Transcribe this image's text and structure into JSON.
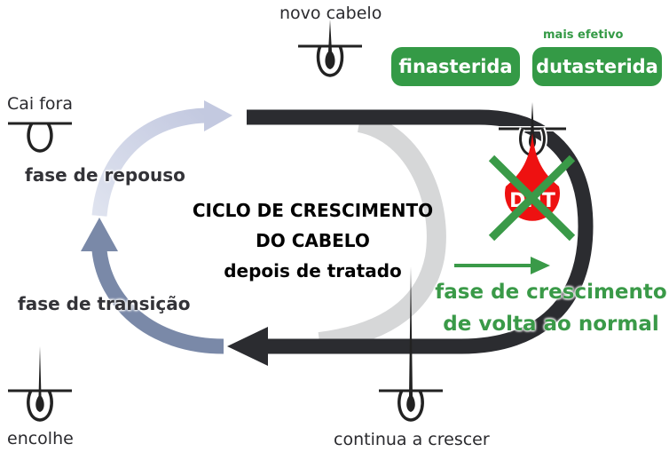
{
  "title": {
    "line1": "CICLO DE CRESCIMENTO",
    "line2": "DO CABELO",
    "line3": "depois de tratado"
  },
  "phases": {
    "rest": "fase de repouso",
    "transition": "fase de transição",
    "growth_line1": "fase de crescimento",
    "growth_line2": "de volta ao normal"
  },
  "follicles": {
    "new_hair": "novo cabelo",
    "falls_out": "Cai fora",
    "shrinks": "encolhe",
    "keeps_growing": "continua a crescer"
  },
  "treatments": {
    "note": "mais efetivo",
    "finasteride": "finasterida",
    "dutasteride": "dutasterida"
  },
  "dht_label": "DHT",
  "colors": {
    "growth_arrow": "#2b2c30",
    "rest_arrow": "#c9cfe4",
    "transition_arrow": "#7a89a8",
    "inner_arc": "#d6d7d8",
    "green": "#349a46",
    "dht_red": "#ee1111"
  }
}
